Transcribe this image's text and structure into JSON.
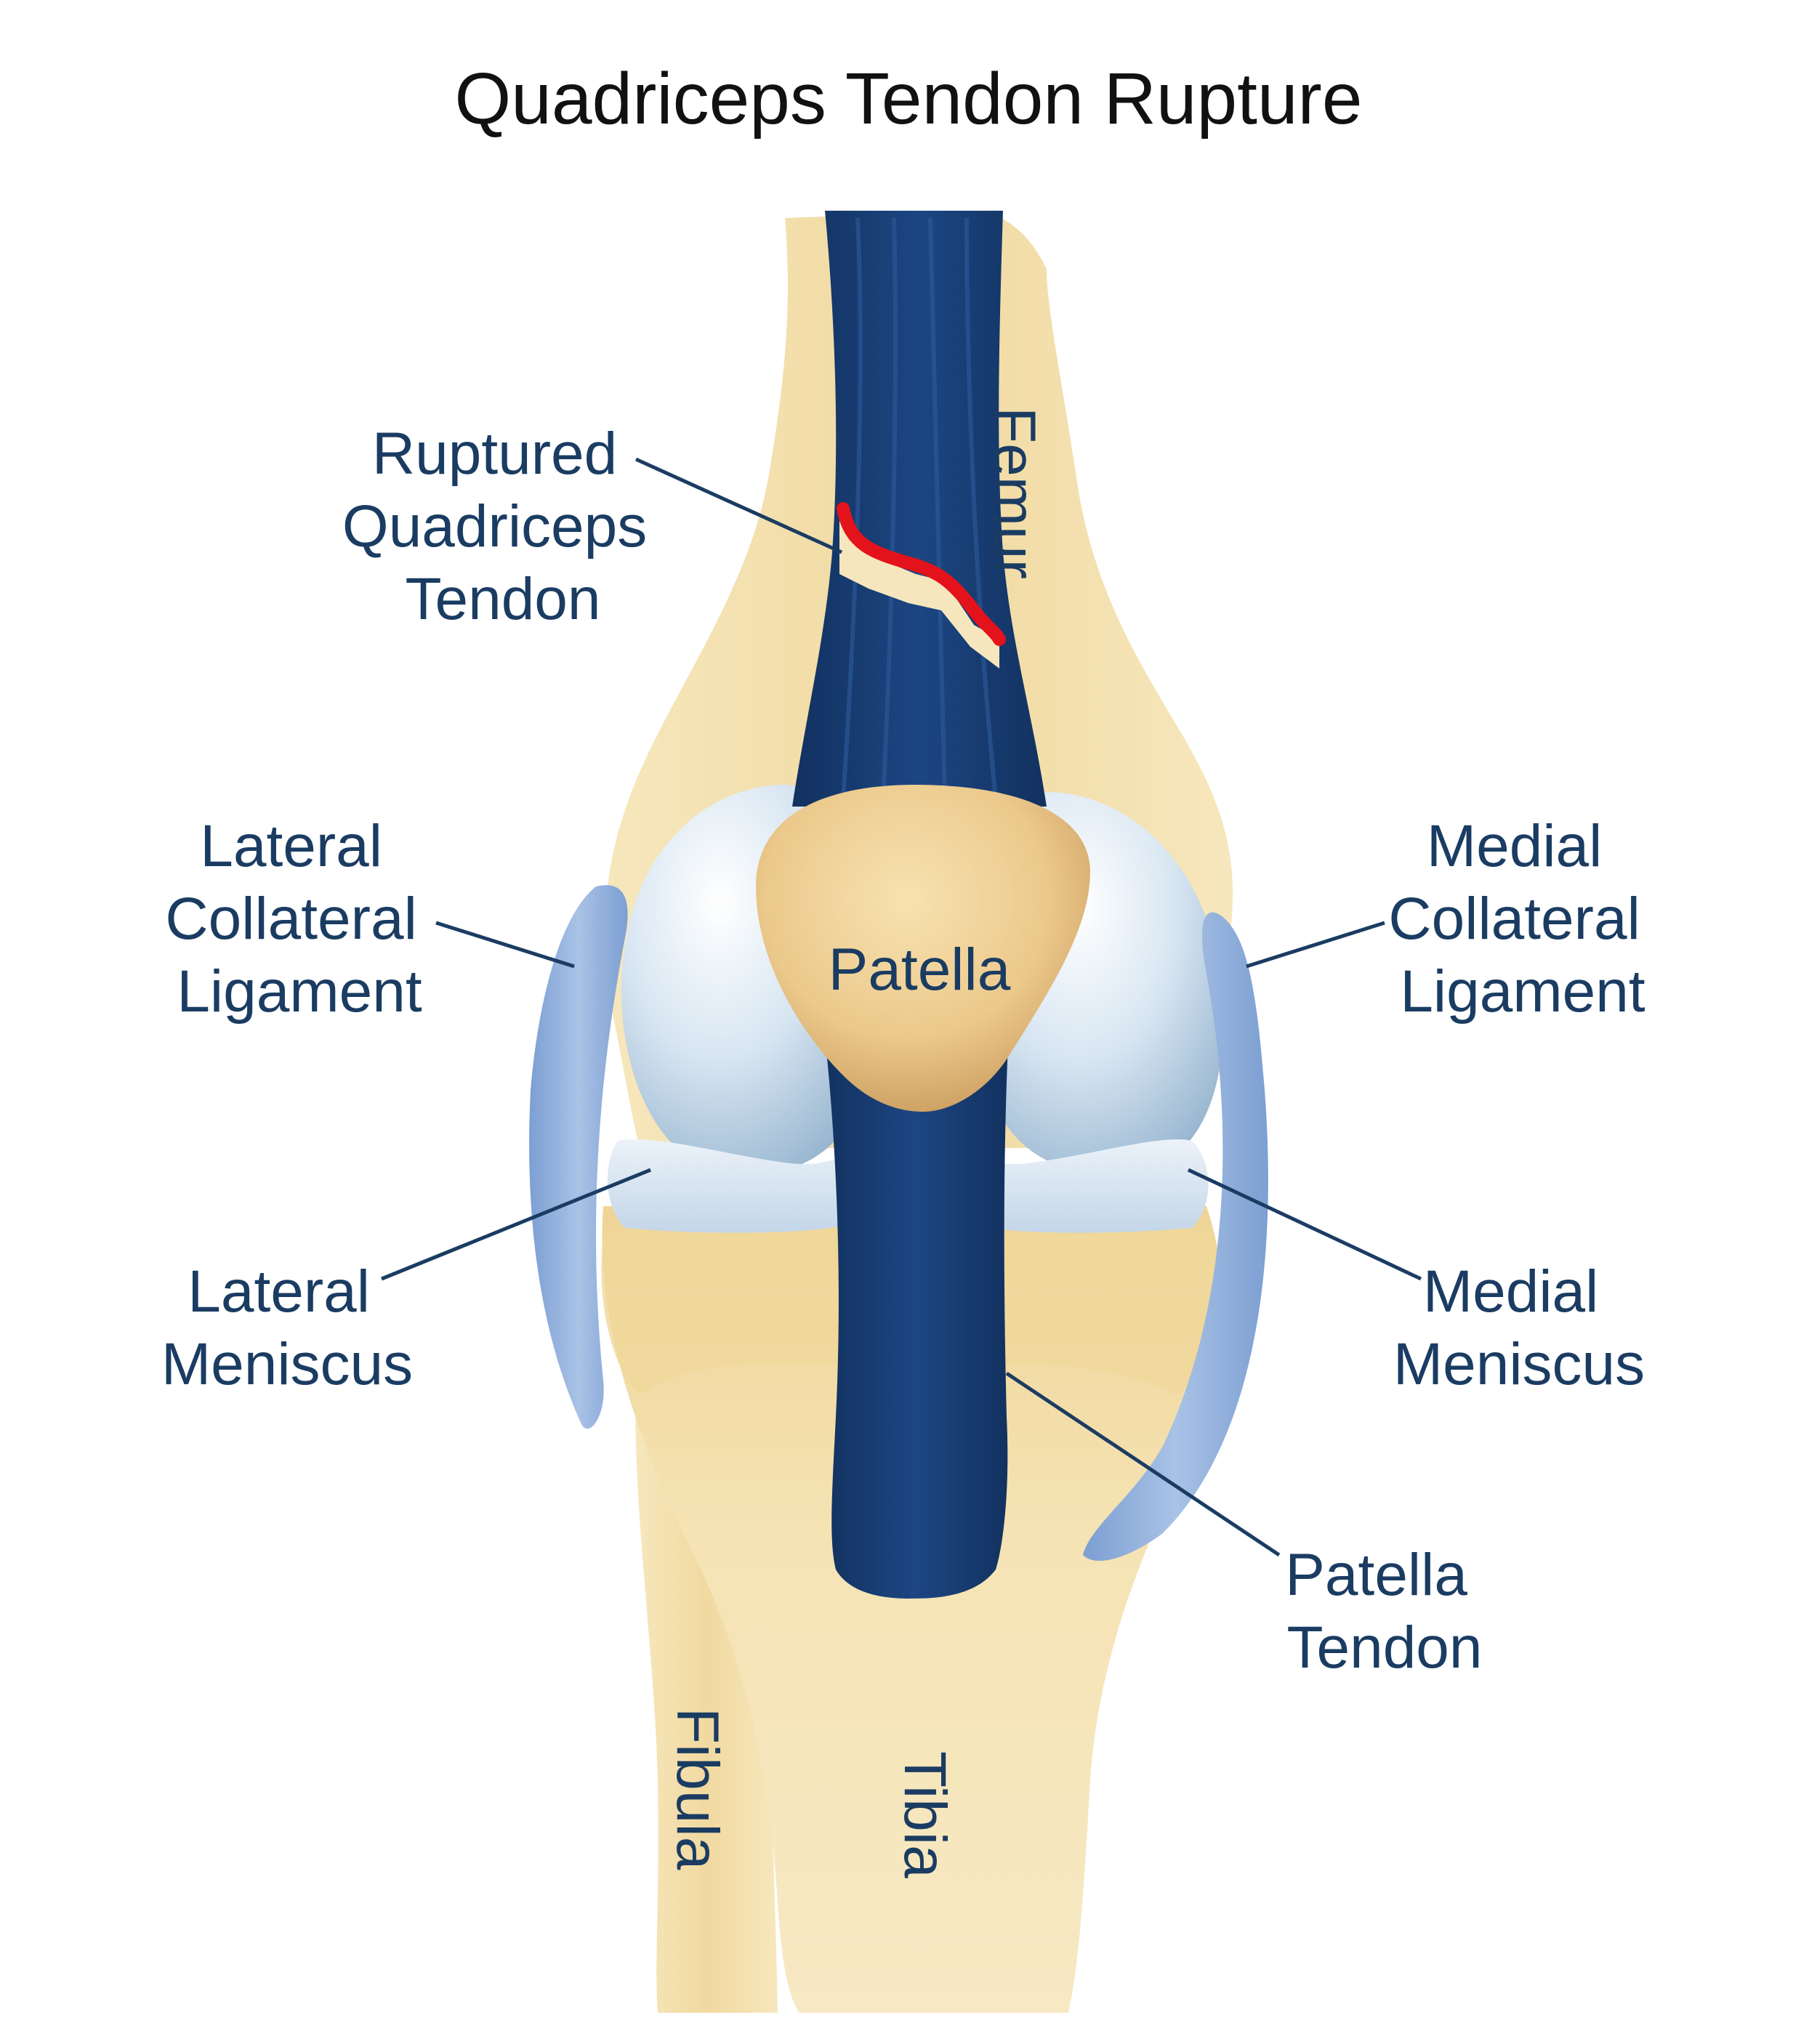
{
  "title": "Quadriceps Tendon Rupture",
  "labels": {
    "ruptured_tendon": [
      "Ruptured",
      "Quadriceps",
      "Tendon"
    ],
    "femur": "Femur",
    "lateral_collateral": [
      "Lateral",
      "Collateral",
      "Ligament"
    ],
    "medial_collateral": [
      "Medial",
      "Collateral",
      "Ligament"
    ],
    "patella": "Patella",
    "lateral_meniscus": [
      "Lateral",
      "Meniscus"
    ],
    "medial_meniscus": [
      "Medial",
      "Meniscus"
    ],
    "patella_tendon": [
      "Patella",
      "Tendon"
    ],
    "fibula": "Fibula",
    "tibia": "Tibia"
  },
  "colors": {
    "bone": "#f3dfa8",
    "tendon": "#173c72",
    "cartilage": "#cfe0f0",
    "ligament": "#8fb0dc",
    "rupture": "#e4121b",
    "label_text": "#1b3c62",
    "leader_line": "#1b3c62"
  }
}
